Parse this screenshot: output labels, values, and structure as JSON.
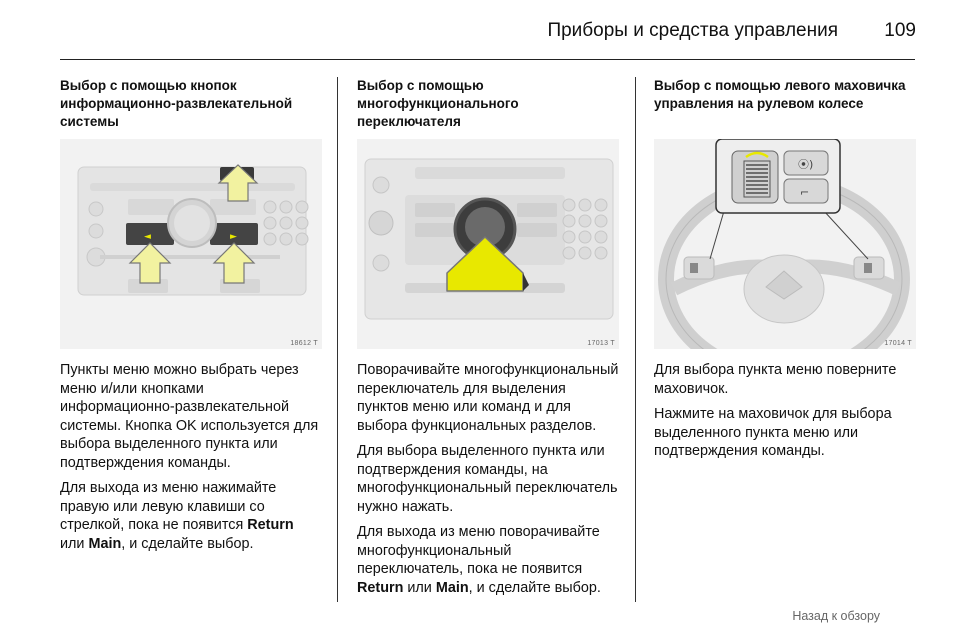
{
  "header": {
    "title": "Приборы и средства управления",
    "page_number": "109"
  },
  "columns": [
    {
      "heading": "Выбор с помощью кнопок информационно-развлекательной системы",
      "figure_label": "18612 T",
      "paragraphs": [
        [
          "Пункты меню можно выбрать через меню и/или кнопками информационно-развлекательной системы. Кнопка OK используется для выбора выделенного пункта или подтверждения команды."
        ],
        [
          "Для выхода из меню нажимайте правую или левую клавиши со стрелкой, пока не появится ",
          "Return",
          " или ",
          "Main",
          ", и сделайте выбор."
        ]
      ]
    },
    {
      "heading": "Выбор с помощью многофункционального переключателя",
      "figure_label": "17013 T",
      "paragraphs": [
        [
          "Поворачивайте многофункциональный переключатель для выделения пунктов меню или команд и для выбора функциональных разделов."
        ],
        [
          "Для выбора выделенного пункта или подтверждения команды, на многофункциональный переключатель нужно нажать."
        ],
        [
          "Для выхода из меню поворачивайте многофункциональный переключатель, пока не появится ",
          "Return",
          " или ",
          "Main",
          ", и сделайте выбор."
        ]
      ]
    },
    {
      "heading": "Выбор с помощью левого маховичка управления на рулевом колесе",
      "figure_label": "17014 T",
      "paragraphs": [
        [
          "Для выбора пункта меню поверните маховичок."
        ],
        [
          "Нажмите на маховичок для выбора выделенного пункта меню или подтверждения команды."
        ]
      ]
    }
  ],
  "footer": {
    "back_link": "Назад к обзору"
  },
  "colors": {
    "arrow_fill": "#f2f2a0",
    "arrow_active": "#e8e800",
    "panel": "#e6e6e6"
  }
}
